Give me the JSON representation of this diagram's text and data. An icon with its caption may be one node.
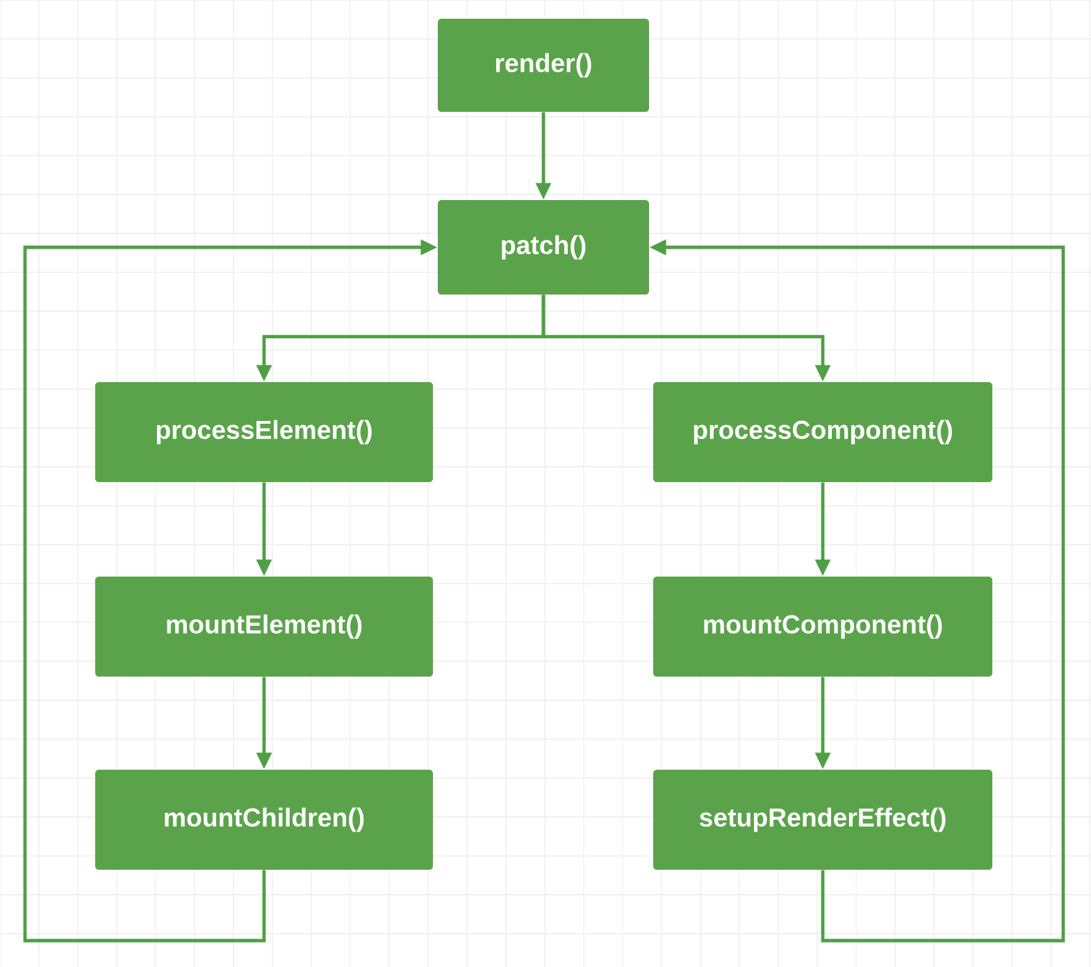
{
  "diagram": {
    "nodes": [
      {
        "text": [
          "render()"
        ]
      },
      {
        "text": [
          "patch()"
        ]
      },
      {
        "text": [
          "processElement()"
        ]
      },
      {
        "text": [
          "processComponent()"
        ]
      },
      {
        "text": [
          "mountElement()"
        ]
      },
      {
        "text": [
          "mountComponent()"
        ]
      },
      {
        "text": [
          "mountChildren()"
        ]
      },
      {
        "text": [
          "setupRenderEffect()"
        ]
      }
    ],
    "edges": [
      {
        "from": 0,
        "to": 1,
        "arrow": "to"
      },
      {
        "from": 1,
        "to": 2,
        "arrow": "to"
      },
      {
        "from": 1,
        "to": 3,
        "arrow": "to"
      },
      {
        "from": 2,
        "to": 4,
        "arrow": "to"
      },
      {
        "from": 4,
        "to": 6,
        "arrow": "to"
      },
      {
        "from": 3,
        "to": 5,
        "arrow": "to"
      },
      {
        "from": 5,
        "to": 7,
        "arrow": "to"
      },
      {
        "from": 6,
        "to": 1,
        "arrow": "to"
      },
      {
        "from": 7,
        "to": 1,
        "arrow": "to"
      }
    ]
  }
}
